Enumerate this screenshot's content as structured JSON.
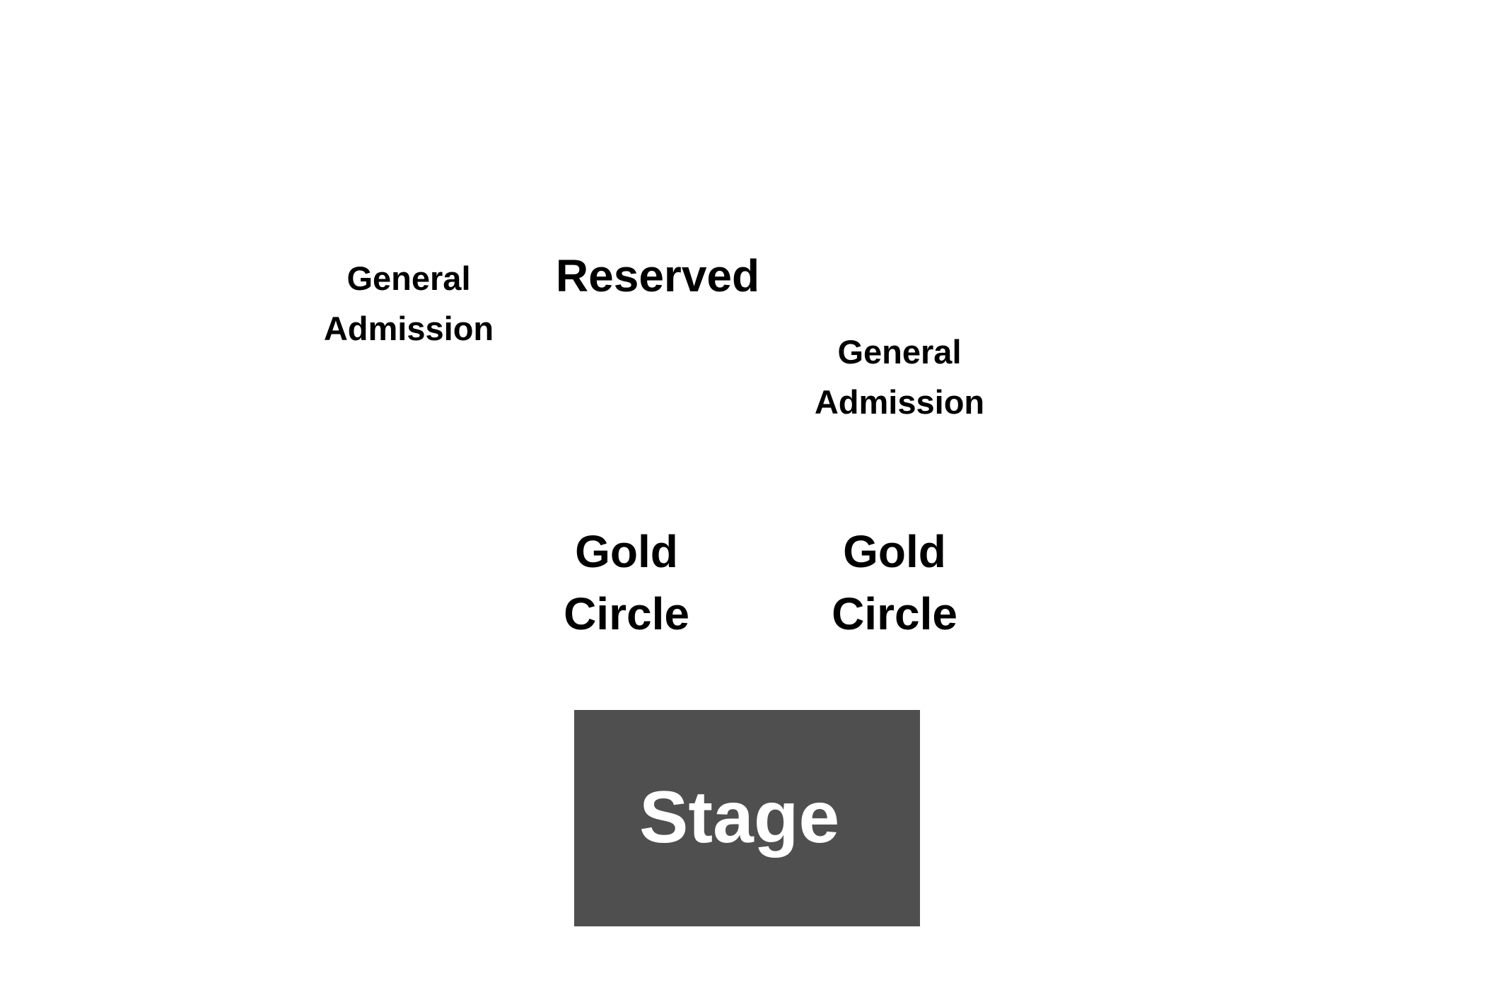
{
  "seating_map": {
    "colors": {
      "background": "#ffffff",
      "label_text": "#000000",
      "stage_fill": "#4f4f4f",
      "stage_text": "#ffffff"
    },
    "sections": {
      "general_admission_left": {
        "line1": "General",
        "line2": "Admission"
      },
      "reserved": {
        "label": "Reserved"
      },
      "general_admission_right": {
        "line1": "General",
        "line2": "Admission"
      },
      "gold_circle_left": {
        "line1": "Gold",
        "line2": "Circle"
      },
      "gold_circle_right": {
        "line1": "Gold",
        "line2": "Circle"
      }
    },
    "stage": {
      "label": "Stage"
    }
  }
}
